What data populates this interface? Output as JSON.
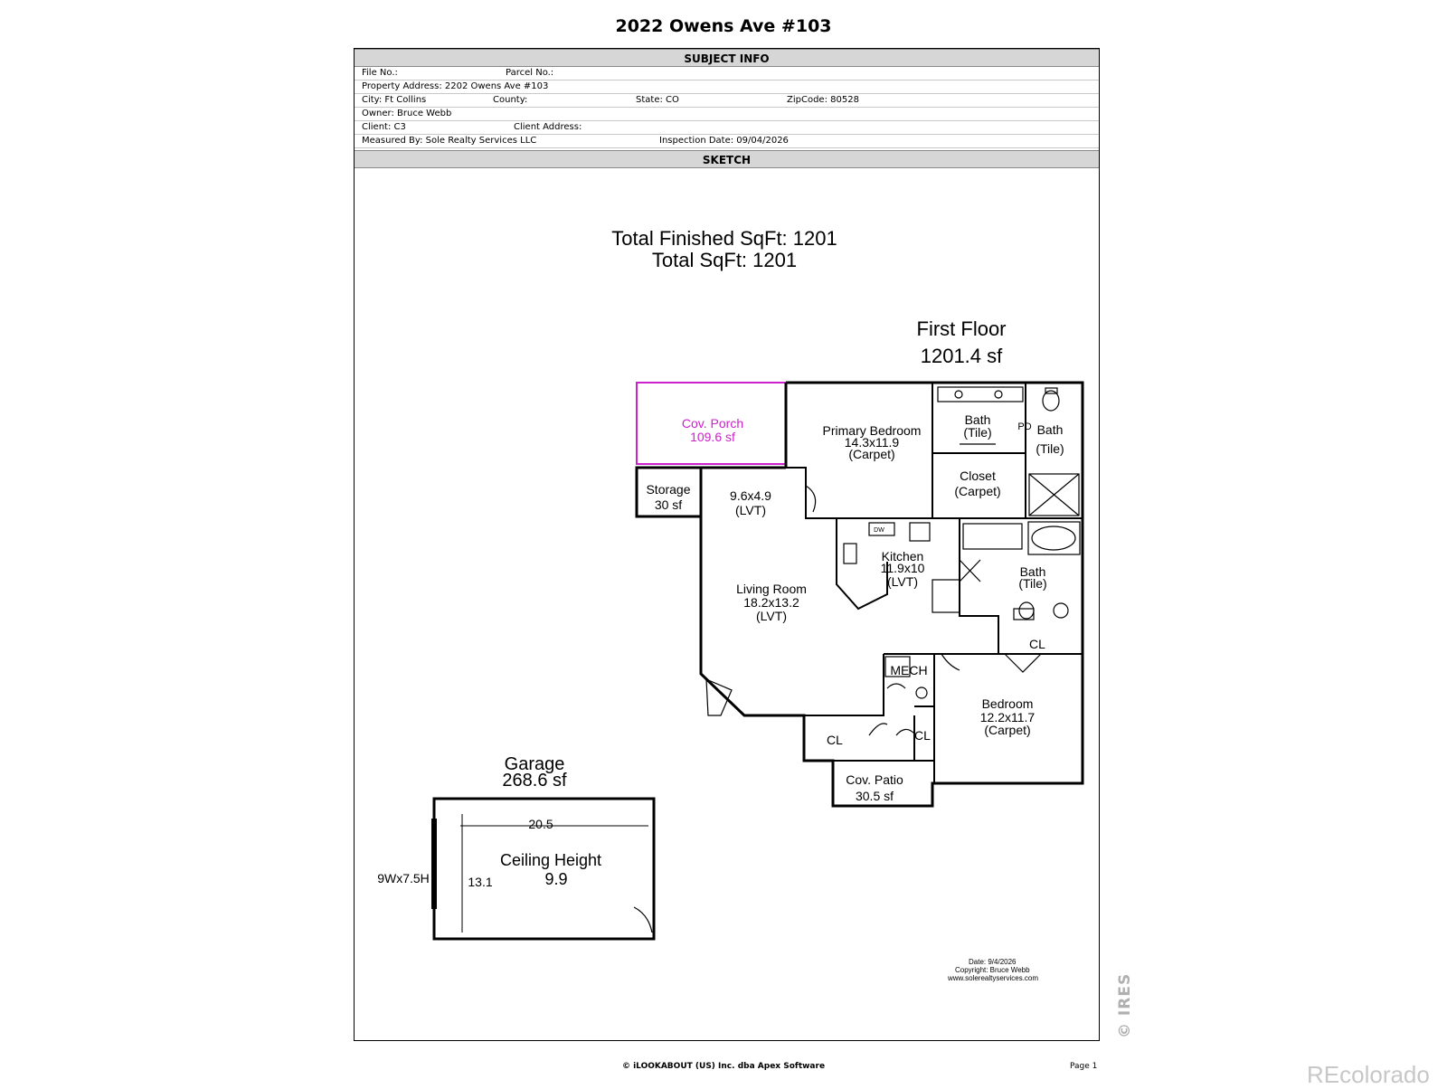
{
  "title": "2022 Owens Ave #103",
  "subject_info": {
    "header": "SUBJECT INFO",
    "file_no": "File No.:",
    "parcel_no": "Parcel No.:",
    "property_address": "Property Address: 2202 Owens Ave #103",
    "city": "City: Ft Collins",
    "county": "County:",
    "state": "State: CO",
    "zip": "ZipCode: 80528",
    "owner": "Owner: Bruce Webb",
    "client": "Client: C3",
    "client_address": "Client Address:",
    "measured_by": "Measured By: Sole Realty Services LLC",
    "inspection_date": "Inspection Date: 09/04/2026"
  },
  "sketch": {
    "header": "SKETCH",
    "total_finished": "Total Finished SqFt: 1201",
    "total_sqft": "Total SqFt: 1201",
    "floor_name": "First Floor",
    "floor_area": "1201.4 sf",
    "rooms": {
      "porch_name": "Cov. Porch",
      "porch_area": "109.6 sf",
      "primary_bed_name": "Primary Bedroom",
      "primary_bed_dims": "14.3x11.9",
      "primary_bed_floor": "(Carpet)",
      "bath1_name": "Bath",
      "bath1_floor": "(Tile)",
      "pd": "PD",
      "bath2_name": "Bath",
      "bath2_floor": "(Tile)",
      "closet_name": "Closet",
      "closet_floor": "(Carpet)",
      "storage_name": "Storage",
      "storage_area": "30 sf",
      "entry_dims": "9.6x4.9",
      "entry_floor": "(LVT)",
      "dw": "DW",
      "kitchen_name": "Kitchen",
      "kitchen_dims": "11.9x10",
      "kitchen_floor": "(LVT)",
      "bath3_name": "Bath",
      "bath3_floor": "(Tile)",
      "living_name": "Living Room",
      "living_dims": "18.2x13.2",
      "living_floor": "(LVT)",
      "cl1": "CL",
      "mech": "MECH",
      "bedroom_name": "Bedroom",
      "bedroom_dims": "12.2x11.7",
      "bedroom_floor": "(Carpet)",
      "cl2": "CL",
      "cl3": "CL",
      "patio_name": "Cov. Patio",
      "patio_area": "30.5 sf"
    },
    "garage": {
      "name": "Garage",
      "area": "268.6 sf",
      "width": "20.5",
      "depth": "13.1",
      "door": "9Wx7.5H",
      "ceiling_label": "Ceiling Height",
      "ceiling_value": "9.9"
    },
    "stamp": {
      "date": "Date: 9/4/2026",
      "copyright": "Copyright: Bruce Webb",
      "web": "www.solerealtyservices.com"
    }
  },
  "footer": {
    "copyright": "© iLOOKABOUT (US) Inc. dba Apex Software",
    "page": "Page 1"
  },
  "watermarks": {
    "ires": "© IRES",
    "recolorado": "REcolorado"
  },
  "colors": {
    "porch_outline": "#cc22cc",
    "header_bar": "#d6d6d6"
  }
}
